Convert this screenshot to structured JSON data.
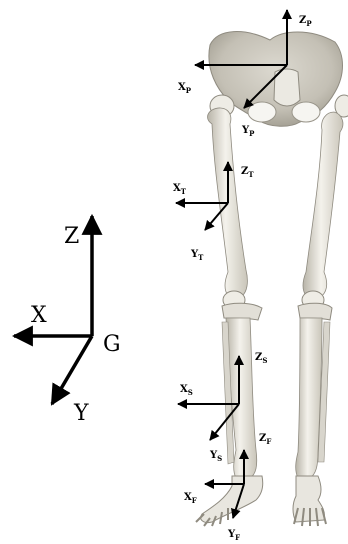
{
  "global_frame": {
    "origin": "G",
    "axes": {
      "x": "X",
      "y": "Y",
      "z": "Z"
    }
  },
  "segment_frames": {
    "pelvis": {
      "x": "X",
      "y": "Y",
      "z": "Z",
      "sub": "P"
    },
    "thigh": {
      "x": "X",
      "y": "Y",
      "z": "Z",
      "sub": "T"
    },
    "shank": {
      "x": "X",
      "y": "Y",
      "z": "Z",
      "sub": "S"
    },
    "foot": {
      "x": "X",
      "y": "Y",
      "z": "Z",
      "sub": "F"
    }
  },
  "colors": {
    "bone_light": "#f1efe8",
    "bone_mid": "#d9d6cc",
    "bone_shadow": "#a9a59a",
    "axis": "#000000"
  }
}
